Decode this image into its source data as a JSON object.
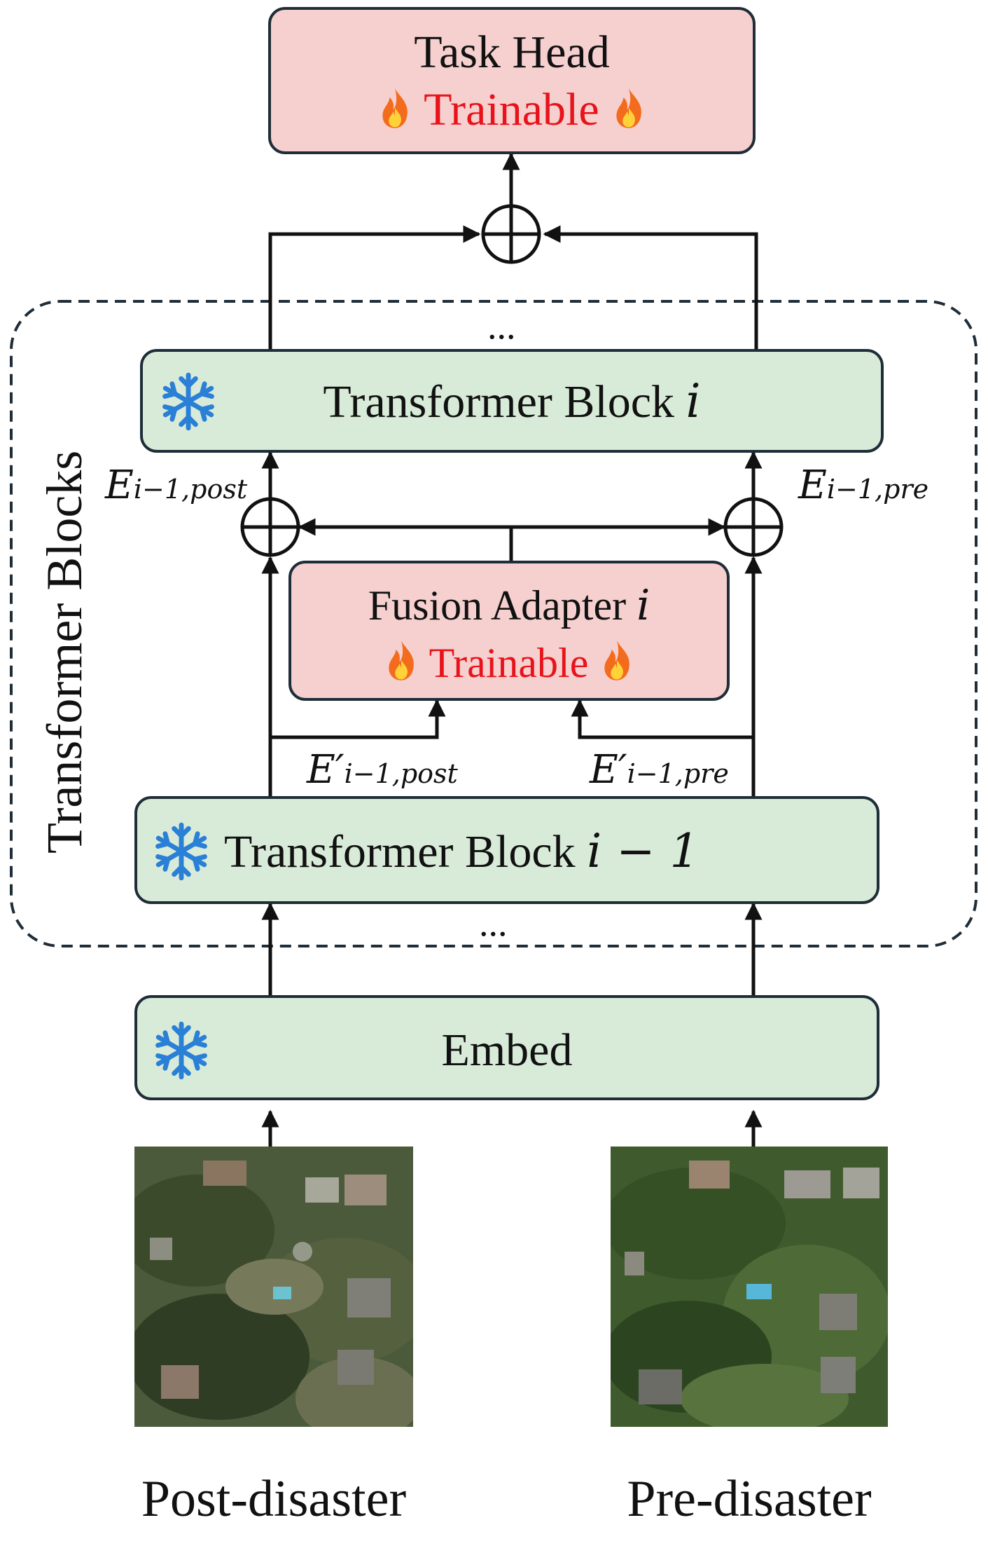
{
  "task_head": {
    "title": "Task Head",
    "status": "Trainable"
  },
  "group_label": "Transformer Blocks",
  "ellipsis": "...",
  "block_i": {
    "label": "Transformer Block",
    "var": "i"
  },
  "fusion_adapter": {
    "label": "Fusion Adapter",
    "var": "i",
    "status": "Trainable"
  },
  "block_prev": {
    "label": "Transformer Block",
    "expr": "i − 1"
  },
  "embed": {
    "label": "Embed"
  },
  "edge_labels": {
    "e_post": {
      "base": "E",
      "sub": "i−1,post"
    },
    "e_pre": {
      "base": "E",
      "sub": "i−1,pre"
    },
    "e_prime_post": {
      "base": "E′",
      "sub": "i−1,post"
    },
    "e_prime_pre": {
      "base": "E′",
      "sub": "i−1,pre"
    }
  },
  "inputs": {
    "post": "Post-disaster",
    "pre": "Pre-disaster"
  },
  "icons": {
    "frozen": "snowflake-icon",
    "trainable": "flame-icon",
    "fusion_op": "circled-plus-icon"
  },
  "colors": {
    "frozen_fill": "#d8ebd9",
    "trainable_fill": "#f6cfcf",
    "trainable_text": "#e8131a",
    "snow": "#2a7fd6"
  }
}
